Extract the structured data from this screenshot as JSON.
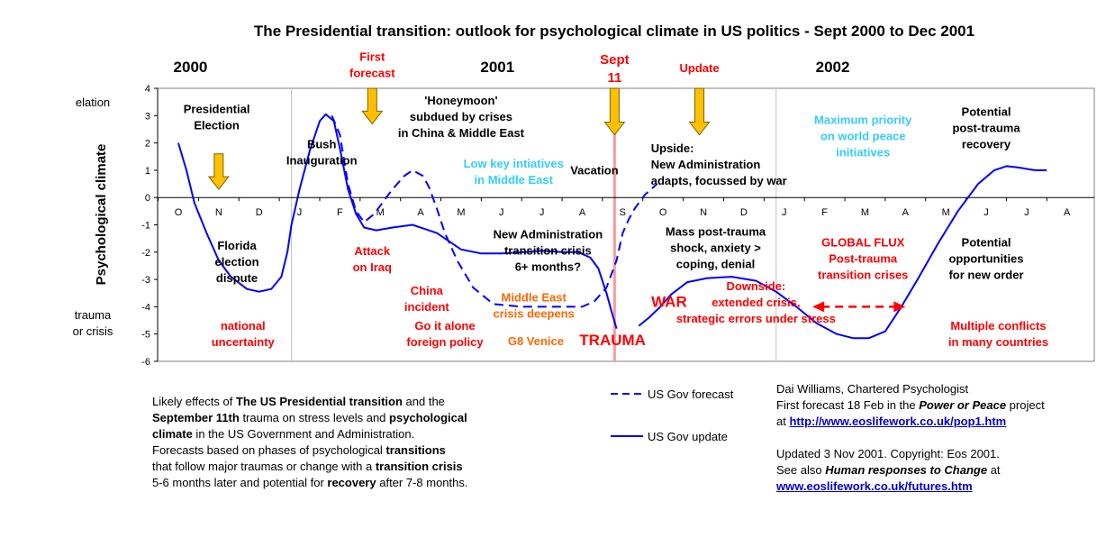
{
  "chart_data": {
    "type": "line",
    "title": "The Presidential transition: outlook for psychological climate in US politics - Sept 2000 to Dec 2001",
    "ylabel": "Psychological climate",
    "ylim": [
      -6,
      4
    ],
    "yticks": [
      "4",
      "3",
      "2",
      "1",
      "0",
      "-1",
      "-2",
      "-3",
      "-4",
      "-5",
      "-6"
    ],
    "y_side_labels": {
      "top": "elation",
      "bottom_1": "trauma",
      "bottom_2": "or crisis"
    },
    "months": [
      "O",
      "N",
      "D",
      "J",
      "F",
      "M",
      "A",
      "M",
      "J",
      "J",
      "A",
      "S",
      "O",
      "N",
      "D",
      "J",
      "F",
      "M",
      "A",
      "M",
      "J",
      "J",
      "A"
    ],
    "year_labels": [
      {
        "text": "2000",
        "month_index": 0.3
      },
      {
        "text": "2001",
        "month_index": 7.9
      },
      {
        "text": "2002",
        "month_index": 16.2
      }
    ],
    "year_boundaries": [
      2.8,
      14.8
    ],
    "sept11": {
      "month_index": 10.8,
      "label_1": "Sept",
      "label_2": "11"
    },
    "series": [
      {
        "name": "US Gov forecast",
        "style": "dashed",
        "color": "#0000ff",
        "points": [
          [
            3.8,
            3.0
          ],
          [
            4.0,
            2.3
          ],
          [
            4.2,
            0.5
          ],
          [
            4.4,
            -0.5
          ],
          [
            4.6,
            -0.9
          ],
          [
            4.85,
            -0.6
          ],
          [
            5.1,
            -0.1
          ],
          [
            5.3,
            0.3
          ],
          [
            5.6,
            0.8
          ],
          [
            5.8,
            1.0
          ],
          [
            6.05,
            0.8
          ],
          [
            6.2,
            0.4
          ],
          [
            6.4,
            -0.4
          ],
          [
            6.6,
            -1.3
          ],
          [
            6.9,
            -2.3
          ],
          [
            7.3,
            -3.3
          ],
          [
            7.8,
            -3.9
          ],
          [
            8.5,
            -4.0
          ],
          [
            9.3,
            -4.0
          ],
          [
            10.0,
            -4.0
          ],
          [
            10.3,
            -3.8
          ],
          [
            10.6,
            -3.3
          ],
          [
            10.85,
            -2.3
          ],
          [
            11.0,
            -1.3
          ],
          [
            11.15,
            -0.8
          ],
          [
            11.3,
            -0.4
          ],
          [
            11.55,
            0.1
          ],
          [
            11.85,
            0.5
          ]
        ]
      },
      {
        "name": "US Gov update",
        "style": "solid",
        "color": "#0000ff",
        "segments": [
          [
            [
              0,
              2.0
            ],
            [
              0.2,
              1.0
            ],
            [
              0.4,
              -0.2
            ],
            [
              0.7,
              -1.3
            ],
            [
              1.0,
              -2.3
            ],
            [
              1.3,
              -2.9
            ],
            [
              1.7,
              -3.35
            ],
            [
              2.0,
              -3.45
            ],
            [
              2.3,
              -3.35
            ],
            [
              2.55,
              -2.9
            ],
            [
              2.7,
              -2.0
            ],
            [
              2.8,
              -1.0
            ],
            [
              3.0,
              0.3
            ],
            [
              3.25,
              1.7
            ],
            [
              3.5,
              2.8
            ],
            [
              3.65,
              3.05
            ],
            [
              3.85,
              2.8
            ],
            [
              4.0,
              1.8
            ],
            [
              4.2,
              0.3
            ],
            [
              4.4,
              -0.6
            ],
            [
              4.6,
              -1.1
            ],
            [
              4.9,
              -1.2
            ],
            [
              5.3,
              -1.1
            ],
            [
              5.8,
              -1.0
            ],
            [
              6.4,
              -1.3
            ],
            [
              7.0,
              -1.9
            ],
            [
              7.5,
              -2.05
            ],
            [
              8.0,
              -2.05
            ],
            [
              8.6,
              -2.0
            ],
            [
              9.0,
              -1.95
            ],
            [
              9.5,
              -2.0
            ],
            [
              9.9,
              -2.0
            ],
            [
              10.2,
              -2.2
            ],
            [
              10.4,
              -2.6
            ],
            [
              10.6,
              -3.5
            ],
            [
              10.75,
              -4.3
            ],
            [
              10.85,
              -4.8
            ]
          ],
          [
            [
              11.4,
              -4.7
            ],
            [
              11.65,
              -4.4
            ],
            [
              11.9,
              -4.05
            ],
            [
              12.2,
              -3.55
            ],
            [
              12.6,
              -3.1
            ],
            [
              13.1,
              -2.95
            ],
            [
              13.7,
              -2.9
            ],
            [
              14.3,
              -3.05
            ],
            [
              14.8,
              -3.45
            ],
            [
              15.3,
              -4.0
            ],
            [
              15.8,
              -4.6
            ],
            [
              16.3,
              -5.0
            ],
            [
              16.7,
              -5.15
            ],
            [
              17.1,
              -5.15
            ],
            [
              17.5,
              -4.9
            ],
            [
              17.9,
              -4.0
            ],
            [
              18.3,
              -3.0
            ],
            [
              18.8,
              -1.7
            ],
            [
              19.3,
              -0.5
            ],
            [
              19.8,
              0.5
            ],
            [
              20.2,
              1.0
            ],
            [
              20.5,
              1.15
            ],
            [
              20.8,
              1.1
            ],
            [
              21.2,
              1.0
            ],
            [
              21.5,
              1.0
            ]
          ]
        ]
      }
    ],
    "arrows": [
      {
        "month_index": 1.0,
        "from": 1.6,
        "to": 0.3
      },
      {
        "month_index": 4.8,
        "from": 4.0,
        "to": 2.7
      },
      {
        "month_index": 10.8,
        "from": 4.0,
        "to": 2.3
      },
      {
        "month_index": 12.9,
        "from": 4.0,
        "to": 2.3
      }
    ],
    "annotations": [
      {
        "lines": [
          "First",
          "forecast"
        ],
        "x": 4.8,
        "y": 5.0,
        "color": "#ff0000"
      },
      {
        "lines": [
          "Update"
        ],
        "x": 12.9,
        "y": 4.6,
        "color": "#ff0000"
      },
      {
        "lines": [
          "Presidential",
          "Election"
        ],
        "x": 0.95,
        "y": 3.1,
        "color": "#000000"
      },
      {
        "lines": [
          "Bush",
          "Inauguration"
        ],
        "x": 3.55,
        "y": 1.8,
        "color": "#000000"
      },
      {
        "lines": [
          "'Honeymoon'",
          "subdued by crises",
          "in China &  Middle East"
        ],
        "x": 7.0,
        "y": 3.4,
        "color": "#000000"
      },
      {
        "lines": [
          "Low key intiatives",
          "in Middle East"
        ],
        "x": 8.3,
        "y": 1.1,
        "color": "#33ccff"
      },
      {
        "lines": [
          "Vacation"
        ],
        "x": 10.3,
        "y": 0.85,
        "color": "#000000"
      },
      {
        "lines": [
          "Upside:",
          "New Administration",
          "adapts, focussed by war"
        ],
        "x": 11.7,
        "y": 1.65,
        "color": "#000000",
        "align": "start"
      },
      {
        "lines": [
          "Maximum priority",
          "on world peace",
          "initiatives"
        ],
        "x": 16.95,
        "y": 2.7,
        "color": "#33ccff"
      },
      {
        "lines": [
          "Potential",
          "post-trauma",
          "recovery"
        ],
        "x": 20.0,
        "y": 3.0,
        "color": "#000000"
      },
      {
        "lines": [
          "Florida",
          "election",
          "dispute"
        ],
        "x": 1.45,
        "y": -1.9,
        "color": "#000000"
      },
      {
        "lines": [
          "Attack",
          "on Iraq"
        ],
        "x": 4.8,
        "y": -2.1,
        "color": "#ff0000"
      },
      {
        "lines": [
          "China",
          "incident"
        ],
        "x": 6.15,
        "y": -3.55,
        "color": "#ff0000"
      },
      {
        "lines": [
          "New Administration",
          "transition crisis",
          "6+ months?"
        ],
        "x": 9.15,
        "y": -1.5,
        "color": "#000000"
      },
      {
        "lines": [
          "Middle East",
          "crisis deepens"
        ],
        "x": 8.8,
        "y": -3.8,
        "color": "#ff6600"
      },
      {
        "lines": [
          "G8 Venice"
        ],
        "x": 8.85,
        "y": -5.4,
        "color": "#ff6600"
      },
      {
        "lines": [
          "Mass post-trauma",
          "shock, anxiety >",
          "coping, denial"
        ],
        "x": 13.3,
        "y": -1.4,
        "color": "#000000"
      },
      {
        "lines": [
          "GLOBAL FLUX",
          "Post-trauma",
          "transition crises"
        ],
        "x": 16.95,
        "y": -1.8,
        "color": "#ff0000"
      },
      {
        "lines": [
          "Potential",
          "opportunities",
          "for new order"
        ],
        "x": 20.0,
        "y": -1.8,
        "color": "#000000"
      },
      {
        "lines": [
          "Downside:",
          "extended crisis,",
          "strategic errors under stress"
        ],
        "x": 14.3,
        "y": -3.4,
        "color": "#ff0000"
      },
      {
        "lines": [
          "national",
          "uncertainty"
        ],
        "x": 1.6,
        "y": -4.85,
        "color": "#ff0000"
      },
      {
        "lines": [
          "Go it alone",
          "foreign policy"
        ],
        "x": 6.6,
        "y": -4.85,
        "color": "#ff0000"
      },
      {
        "lines": [
          "Multiple conflicts",
          "in many countries"
        ],
        "x": 20.3,
        "y": -4.85,
        "color": "#ff0000"
      }
    ],
    "big_labels": [
      {
        "text": "TRAUMA",
        "x": 10.75,
        "y": -5.4,
        "color": "#ff0000"
      },
      {
        "text": "WAR",
        "x": 12.15,
        "y": -4.0,
        "color": "#ff0000"
      }
    ],
    "range_arrow": {
      "from": 15.7,
      "to": 18.0,
      "y": -4.0,
      "color": "#ff0000"
    }
  },
  "legend": {
    "forecast_label": "US Gov forecast",
    "update_label": "US Gov update"
  },
  "description": {
    "l1_a": "Likely effects of ",
    "l1_b": "The US Presidential  transition",
    "l1_c": " and the",
    "l2_a": "September 11th",
    "l2_b": " trauma on stress levels and ",
    "l2_c": "psychological",
    "l3_a": "climate",
    "l3_b": " in the US Government and Administration.",
    "l4_a": "Forecasts based on phases of psychological ",
    "l4_b": "transitions",
    "l5_a": "that follow major traumas or change with a ",
    "l5_b": "transition crisis",
    "l6_a": "5-6 months later and potential for ",
    "l6_b": "recovery",
    "l6_c": " after 7-8 months."
  },
  "credits": {
    "l1": "Dai Williams, Chartered Psychologist",
    "l2_a": "First forecast 18 Feb in the ",
    "l2_b": "Power or Peace",
    "l2_c": " project",
    "l3_a": "at ",
    "l3_link": "http://www.eoslifework.co.uk/pop1.htm",
    "l4": "Updated 3 Nov 2001.  Copyright: Eos 2001.",
    "l5_a": "See also ",
    "l5_b": "Human responses to Change",
    "l5_c": " at",
    "l6_link": "www.eoslifework.co.uk/futures.htm"
  },
  "colors": {
    "line": "#0000ff",
    "red": "#ff0000",
    "cyan": "#33ccff",
    "orange": "#ff6600",
    "arrow_fill": "#ffc000",
    "arrow_stroke": "#7f6000",
    "sept11_band": "#ff9999",
    "link": "#0000cc"
  }
}
